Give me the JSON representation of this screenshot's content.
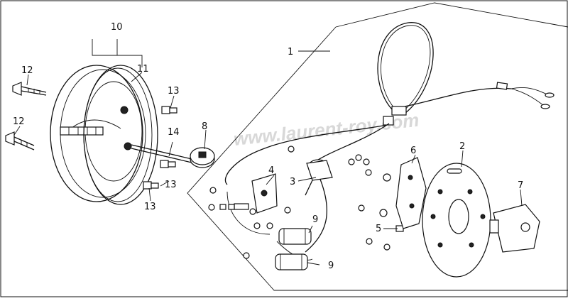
{
  "diagram": {
    "watermark": "www.laurent-roy.com",
    "callouts": {
      "c1": "1",
      "c2": "2",
      "c3": "3",
      "c4": "4",
      "c5": "5",
      "c6": "6",
      "c7": "7",
      "c8": "8",
      "c9a": "9",
      "c9b": "9",
      "c10": "10",
      "c11": "11",
      "c12a": "12",
      "c12b": "12",
      "c13a": "13",
      "c13b": "13",
      "c13c": "13",
      "c14": "14"
    }
  }
}
